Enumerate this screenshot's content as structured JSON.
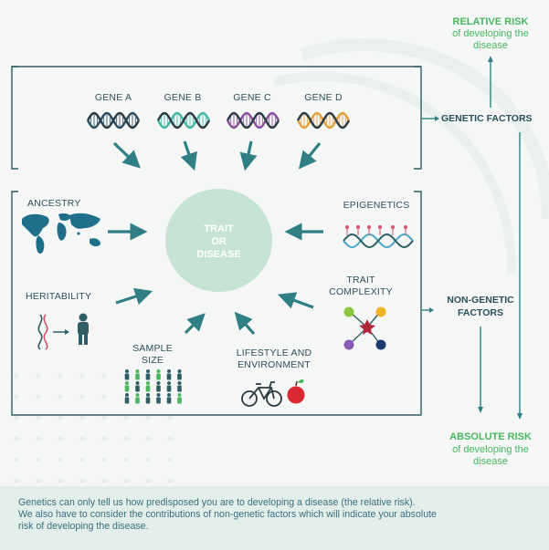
{
  "genes": [
    "GENE A",
    "GENE B",
    "GENE C",
    "GENE D"
  ],
  "gene_colors": [
    "#2f4e63",
    "#43b7a6",
    "#8a4f9e",
    "#e0a03a"
  ],
  "trait": {
    "line1": "TRAIT",
    "line2": "OR",
    "line3": "DISEASE"
  },
  "factors": {
    "ancestry": "ANCESTRY",
    "heritability": "HERITABILITY",
    "sample_line1": "SAMPLE",
    "sample_line2": "SIZE",
    "lifestyle_line1": "LIFESTYLE AND",
    "lifestyle_line2": "ENVIRONMENT",
    "epigenetics": "EPIGENETICS",
    "complexity_line1": "TRAIT",
    "complexity_line2": "COMPLEXITY"
  },
  "genetic_factors": "GENETIC FACTORS",
  "non_genetic": {
    "line1": "NON-GENETIC",
    "line2": "FACTORS"
  },
  "relative_risk": {
    "title": "RELATIVE RISK",
    "line1": "of developing the",
    "line2": "disease"
  },
  "absolute_risk": {
    "title": "ABSOLUTE RISK",
    "line1": "of developing the",
    "line2": "disease"
  },
  "footer": {
    "line1": "Genetics can only tell us how predisposed you are to developing a disease (the relative risk).",
    "line2": "We also have to consider the contributions of  non-genetic factors which will indicate your absolute",
    "line3": "risk of developing the disease."
  },
  "colors": {
    "frame": "#2f5d66",
    "arrow": "#2f7f85",
    "accent_green": "#49b65f",
    "trait_fill": "#c6e3d3"
  }
}
